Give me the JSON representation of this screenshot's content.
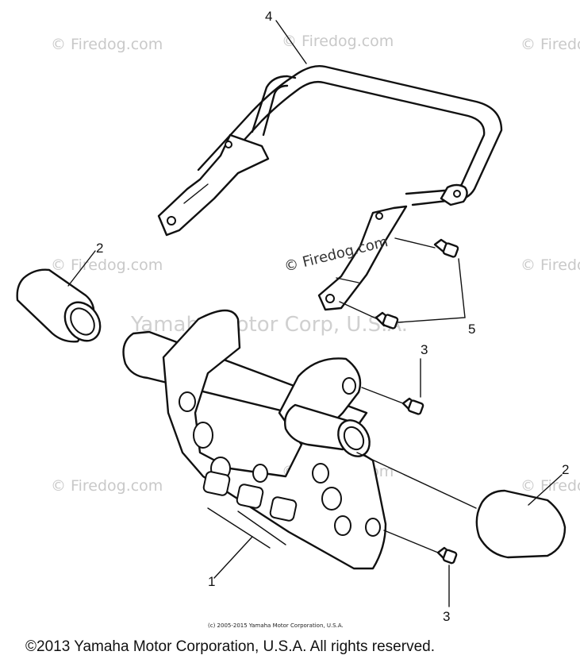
{
  "watermarks": {
    "firedog": "© Firedog.com",
    "yamaha": "Yamaha Motor Corp, U.S.A."
  },
  "center_mark": "© Firedog.com",
  "callouts": {
    "c1": "1",
    "c2a": "2",
    "c2b": "2",
    "c3a": "3",
    "c3b": "3",
    "c4": "4",
    "c5": "5"
  },
  "small_copyright": "(c) 2005-2015 Yamaha Motor Corporation, U.S.A.",
  "footer": "©2013 Yamaha Motor Corporation, U.S.A. All rights reserved."
}
